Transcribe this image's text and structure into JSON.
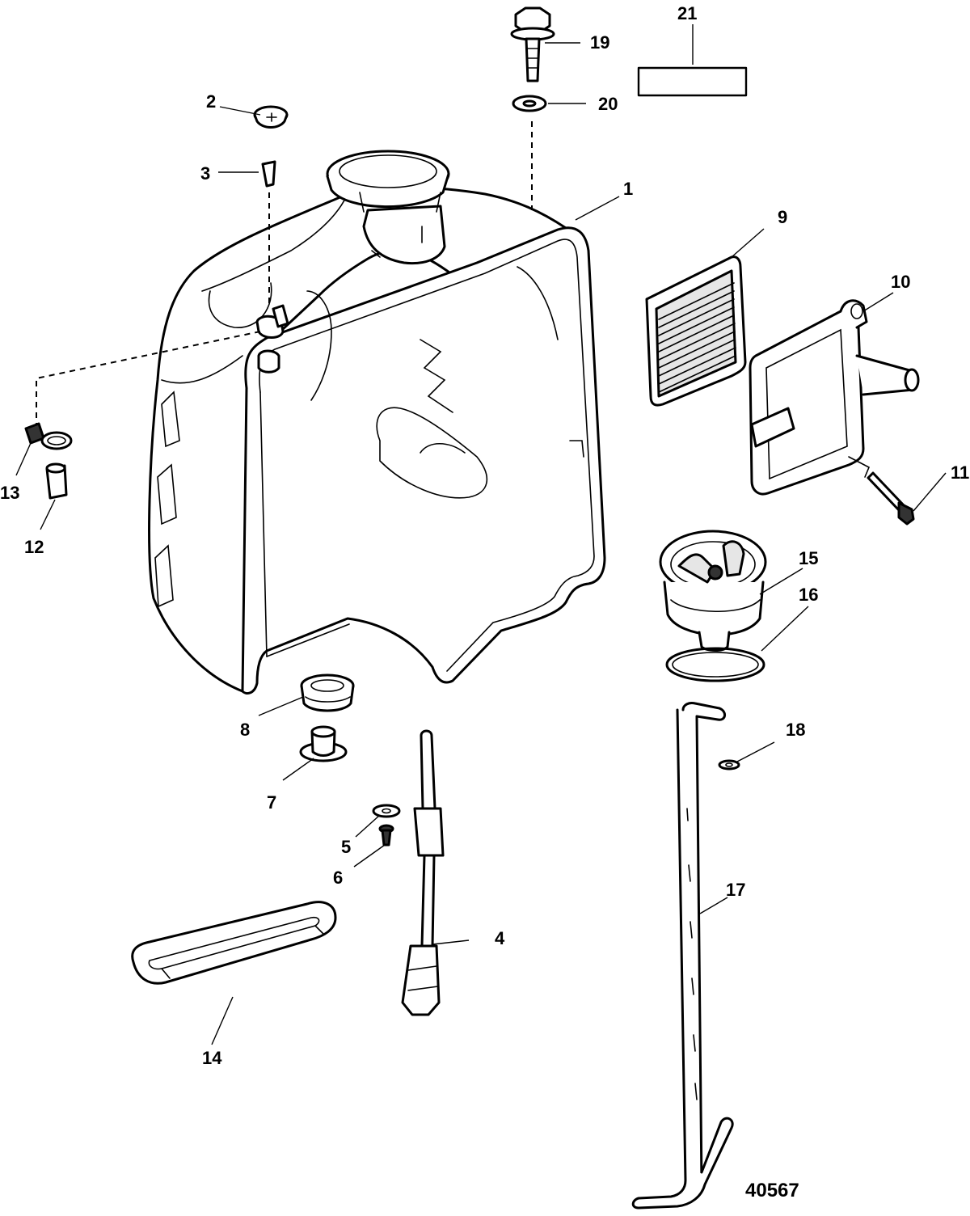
{
  "figure_number": "40567",
  "callouts": [
    {
      "id": "c1",
      "label": "1"
    },
    {
      "id": "c2",
      "label": "2"
    },
    {
      "id": "c3",
      "label": "3"
    },
    {
      "id": "c4",
      "label": "4"
    },
    {
      "id": "c5",
      "label": "5"
    },
    {
      "id": "c6",
      "label": "6"
    },
    {
      "id": "c7",
      "label": "7"
    },
    {
      "id": "c8",
      "label": "8"
    },
    {
      "id": "c9",
      "label": "9"
    },
    {
      "id": "c10",
      "label": "10"
    },
    {
      "id": "c11",
      "label": "11"
    },
    {
      "id": "c12",
      "label": "12"
    },
    {
      "id": "c13",
      "label": "13"
    },
    {
      "id": "c14",
      "label": "14"
    },
    {
      "id": "c15",
      "label": "15"
    },
    {
      "id": "c16",
      "label": "16"
    },
    {
      "id": "c17",
      "label": "17"
    },
    {
      "id": "c18",
      "label": "18"
    },
    {
      "id": "c19",
      "label": "19"
    },
    {
      "id": "c20",
      "label": "20"
    },
    {
      "id": "c21",
      "label": "21"
    }
  ]
}
